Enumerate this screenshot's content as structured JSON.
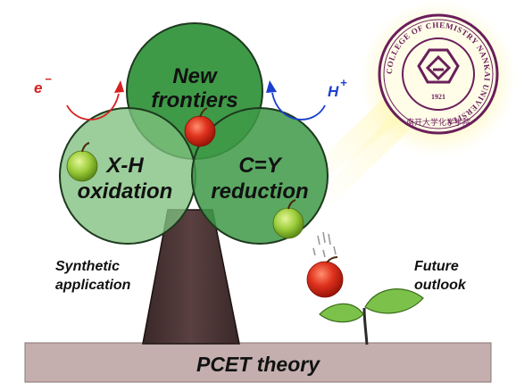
{
  "base": {
    "label": "PCET theory"
  },
  "circles": {
    "top": {
      "line1": "New",
      "line2": "frontiers"
    },
    "left": {
      "line1": "X-H",
      "line2": "oxidation"
    },
    "right": {
      "line1": "C=Y",
      "line2": "reduction"
    }
  },
  "left_text": {
    "line1": "Synthetic",
    "line2": "application"
  },
  "right_text": {
    "line1": "Future",
    "line2": "outlook"
  },
  "electron": {
    "symbol": "e",
    "charge": "−"
  },
  "proton": {
    "symbol": "H",
    "charge": "+"
  },
  "seal": {
    "ring_text": "COLLEGE OF CHEMISTRY NANKAI UNIVERSITY",
    "year": "1921",
    "chinese_text": "南开大学化学学院"
  },
  "colors": {
    "circle_green": "#3f9a48",
    "circle_fill_light": "#7fc07f",
    "trunk": "#4a3433",
    "ground": "#c4aeae",
    "seal_purple": "#6a1e5a",
    "electron_red": "#d62020",
    "proton_blue": "#1b3fd0"
  }
}
